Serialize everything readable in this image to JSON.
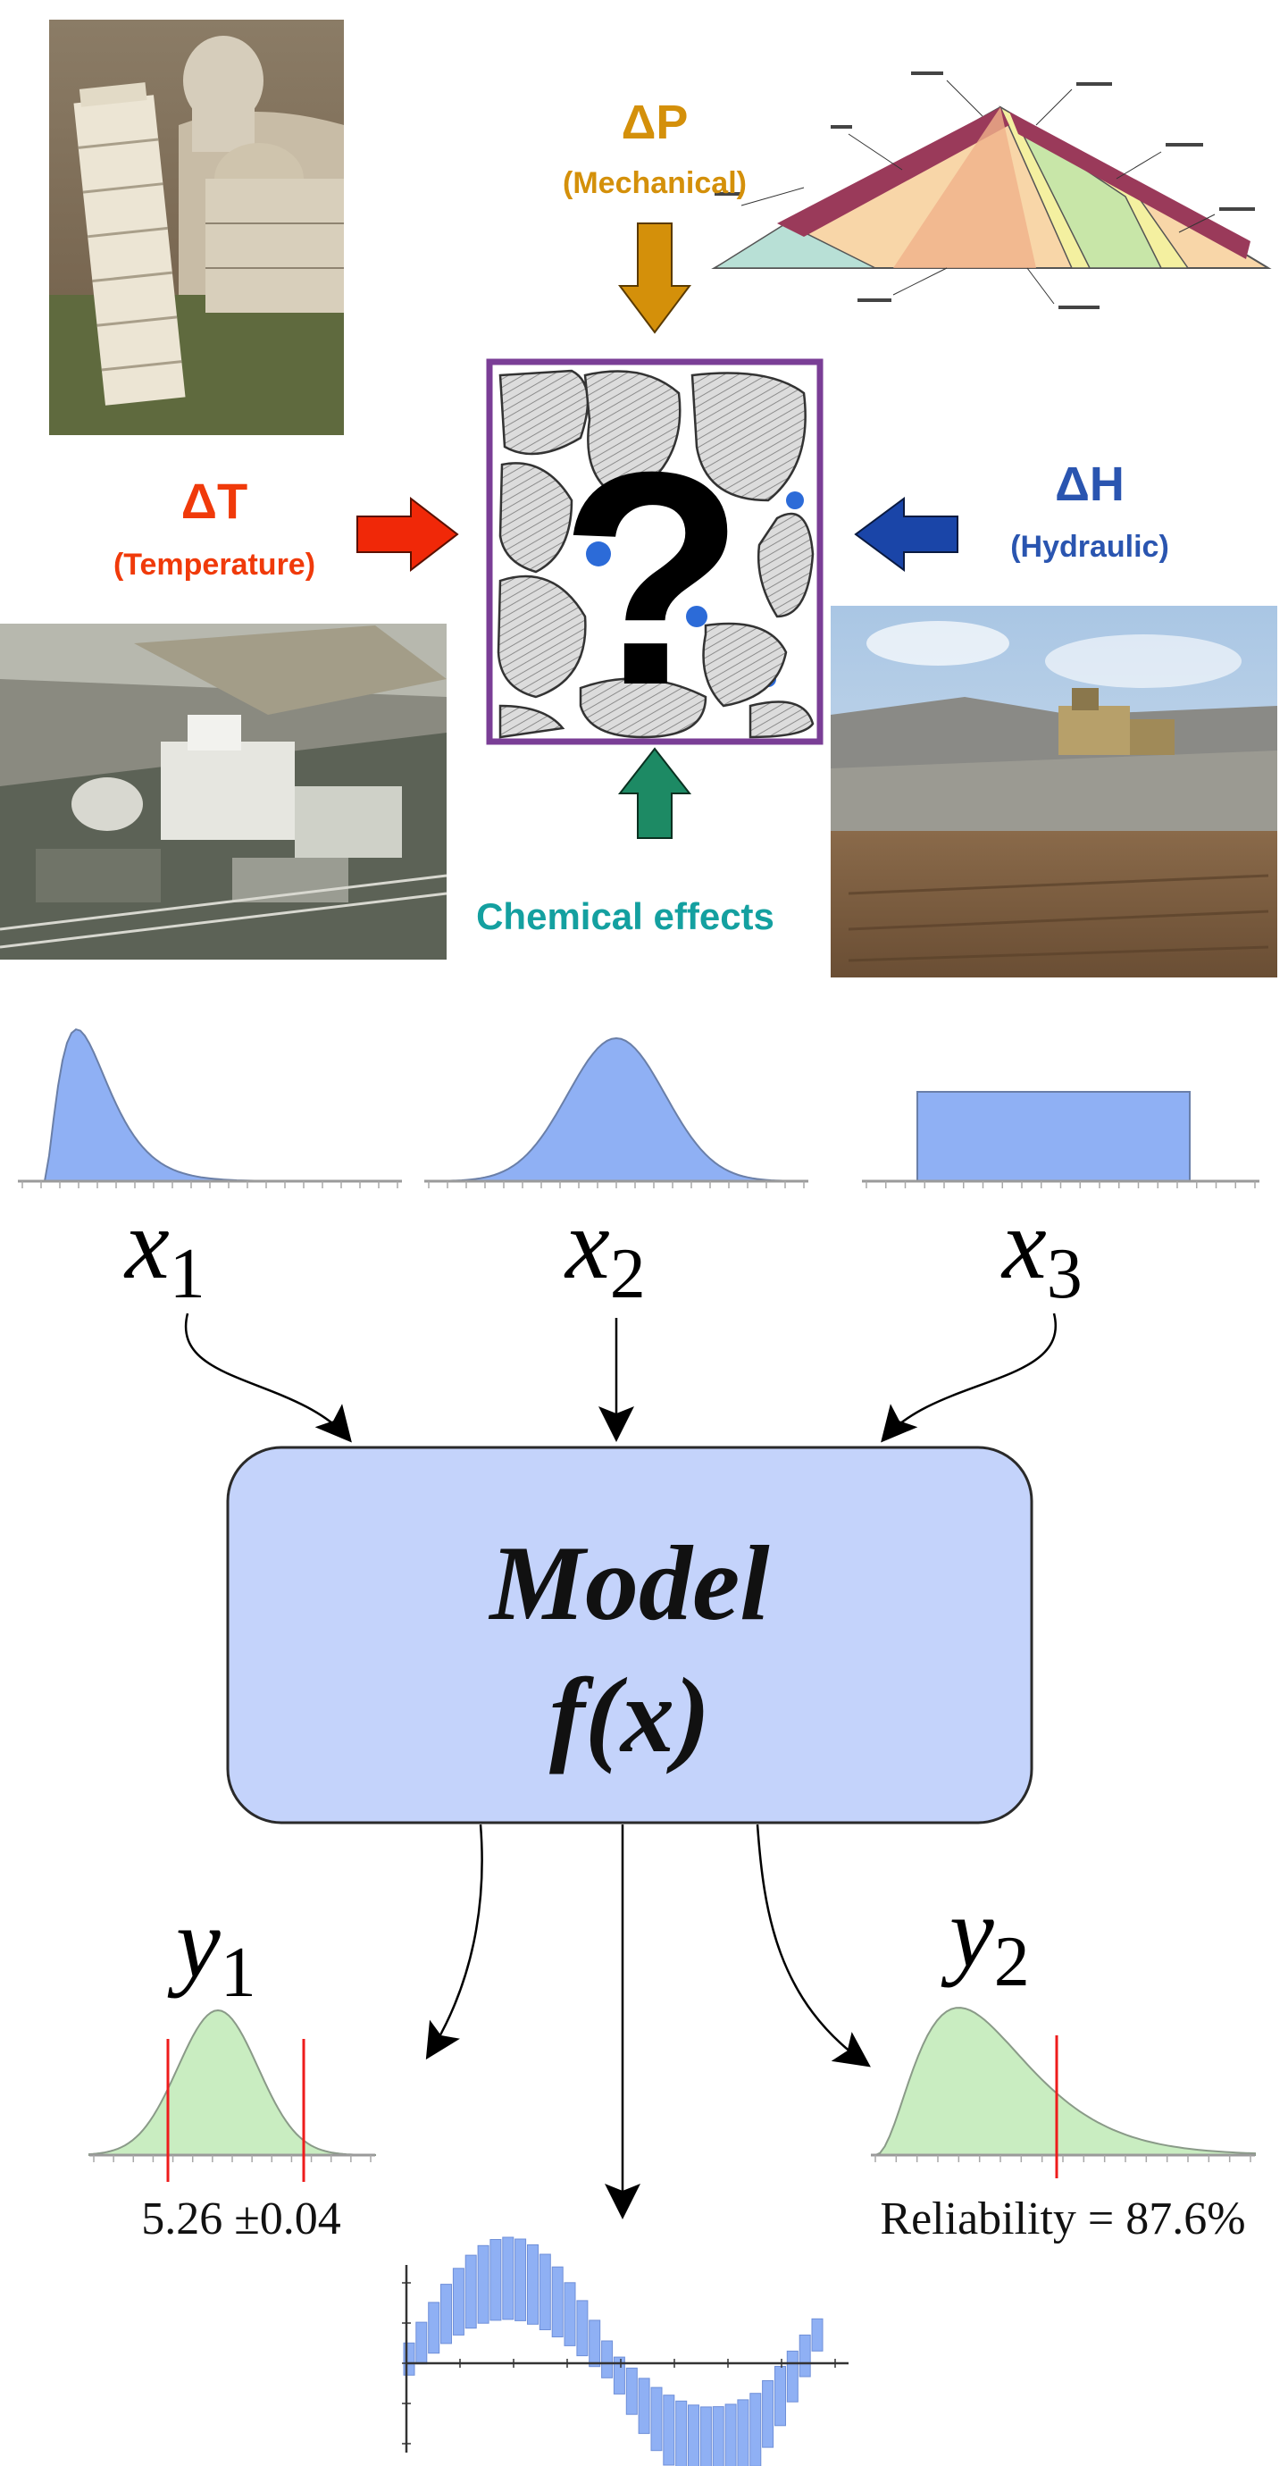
{
  "influences": {
    "mechanical": {
      "symbol": "ΔP",
      "label": "(Mechanical)",
      "color": "#d4900a",
      "arrow_color": "#d4900a"
    },
    "temperature": {
      "symbol": "ΔT",
      "label": "(Temperature)",
      "color": "#f03a0a",
      "arrow_color": "#f02808"
    },
    "hydraulic": {
      "symbol": "ΔH",
      "label": "(Hydraulic)",
      "color": "#2a55b0",
      "arrow_color": "#1a45a8"
    },
    "chemical": {
      "label": "Chemical effects",
      "color": "#14a0a0",
      "arrow_color": "#1d8a64"
    }
  },
  "soil_box": {
    "glyph": "?",
    "frame_color": "#7a3e96"
  },
  "inputs": [
    {
      "symbol": "x",
      "subscript": "1",
      "distribution": "right-skewed"
    },
    {
      "symbol": "x",
      "subscript": "2",
      "distribution": "normal"
    },
    {
      "symbol": "x",
      "subscript": "3",
      "distribution": "uniform"
    }
  ],
  "model": {
    "title": "Model",
    "formula": "f(x)",
    "fill": "#c4d3fb"
  },
  "outputs": [
    {
      "symbol": "y",
      "subscript": "1",
      "result": "5.26 ±0.04"
    },
    {
      "symbol": "y",
      "subscript": "2",
      "result": "Reliability = 87.6%"
    }
  ],
  "colors": {
    "input_pdf": "#8fb0f4",
    "output_pdf": "#c9edc1",
    "marker": "#ee1c1c"
  },
  "images": [
    {
      "name": "leaning-tower-photo"
    },
    {
      "name": "dam-cross-section"
    },
    {
      "name": "industrial-site-photo"
    },
    {
      "name": "landfill-photo"
    }
  ]
}
